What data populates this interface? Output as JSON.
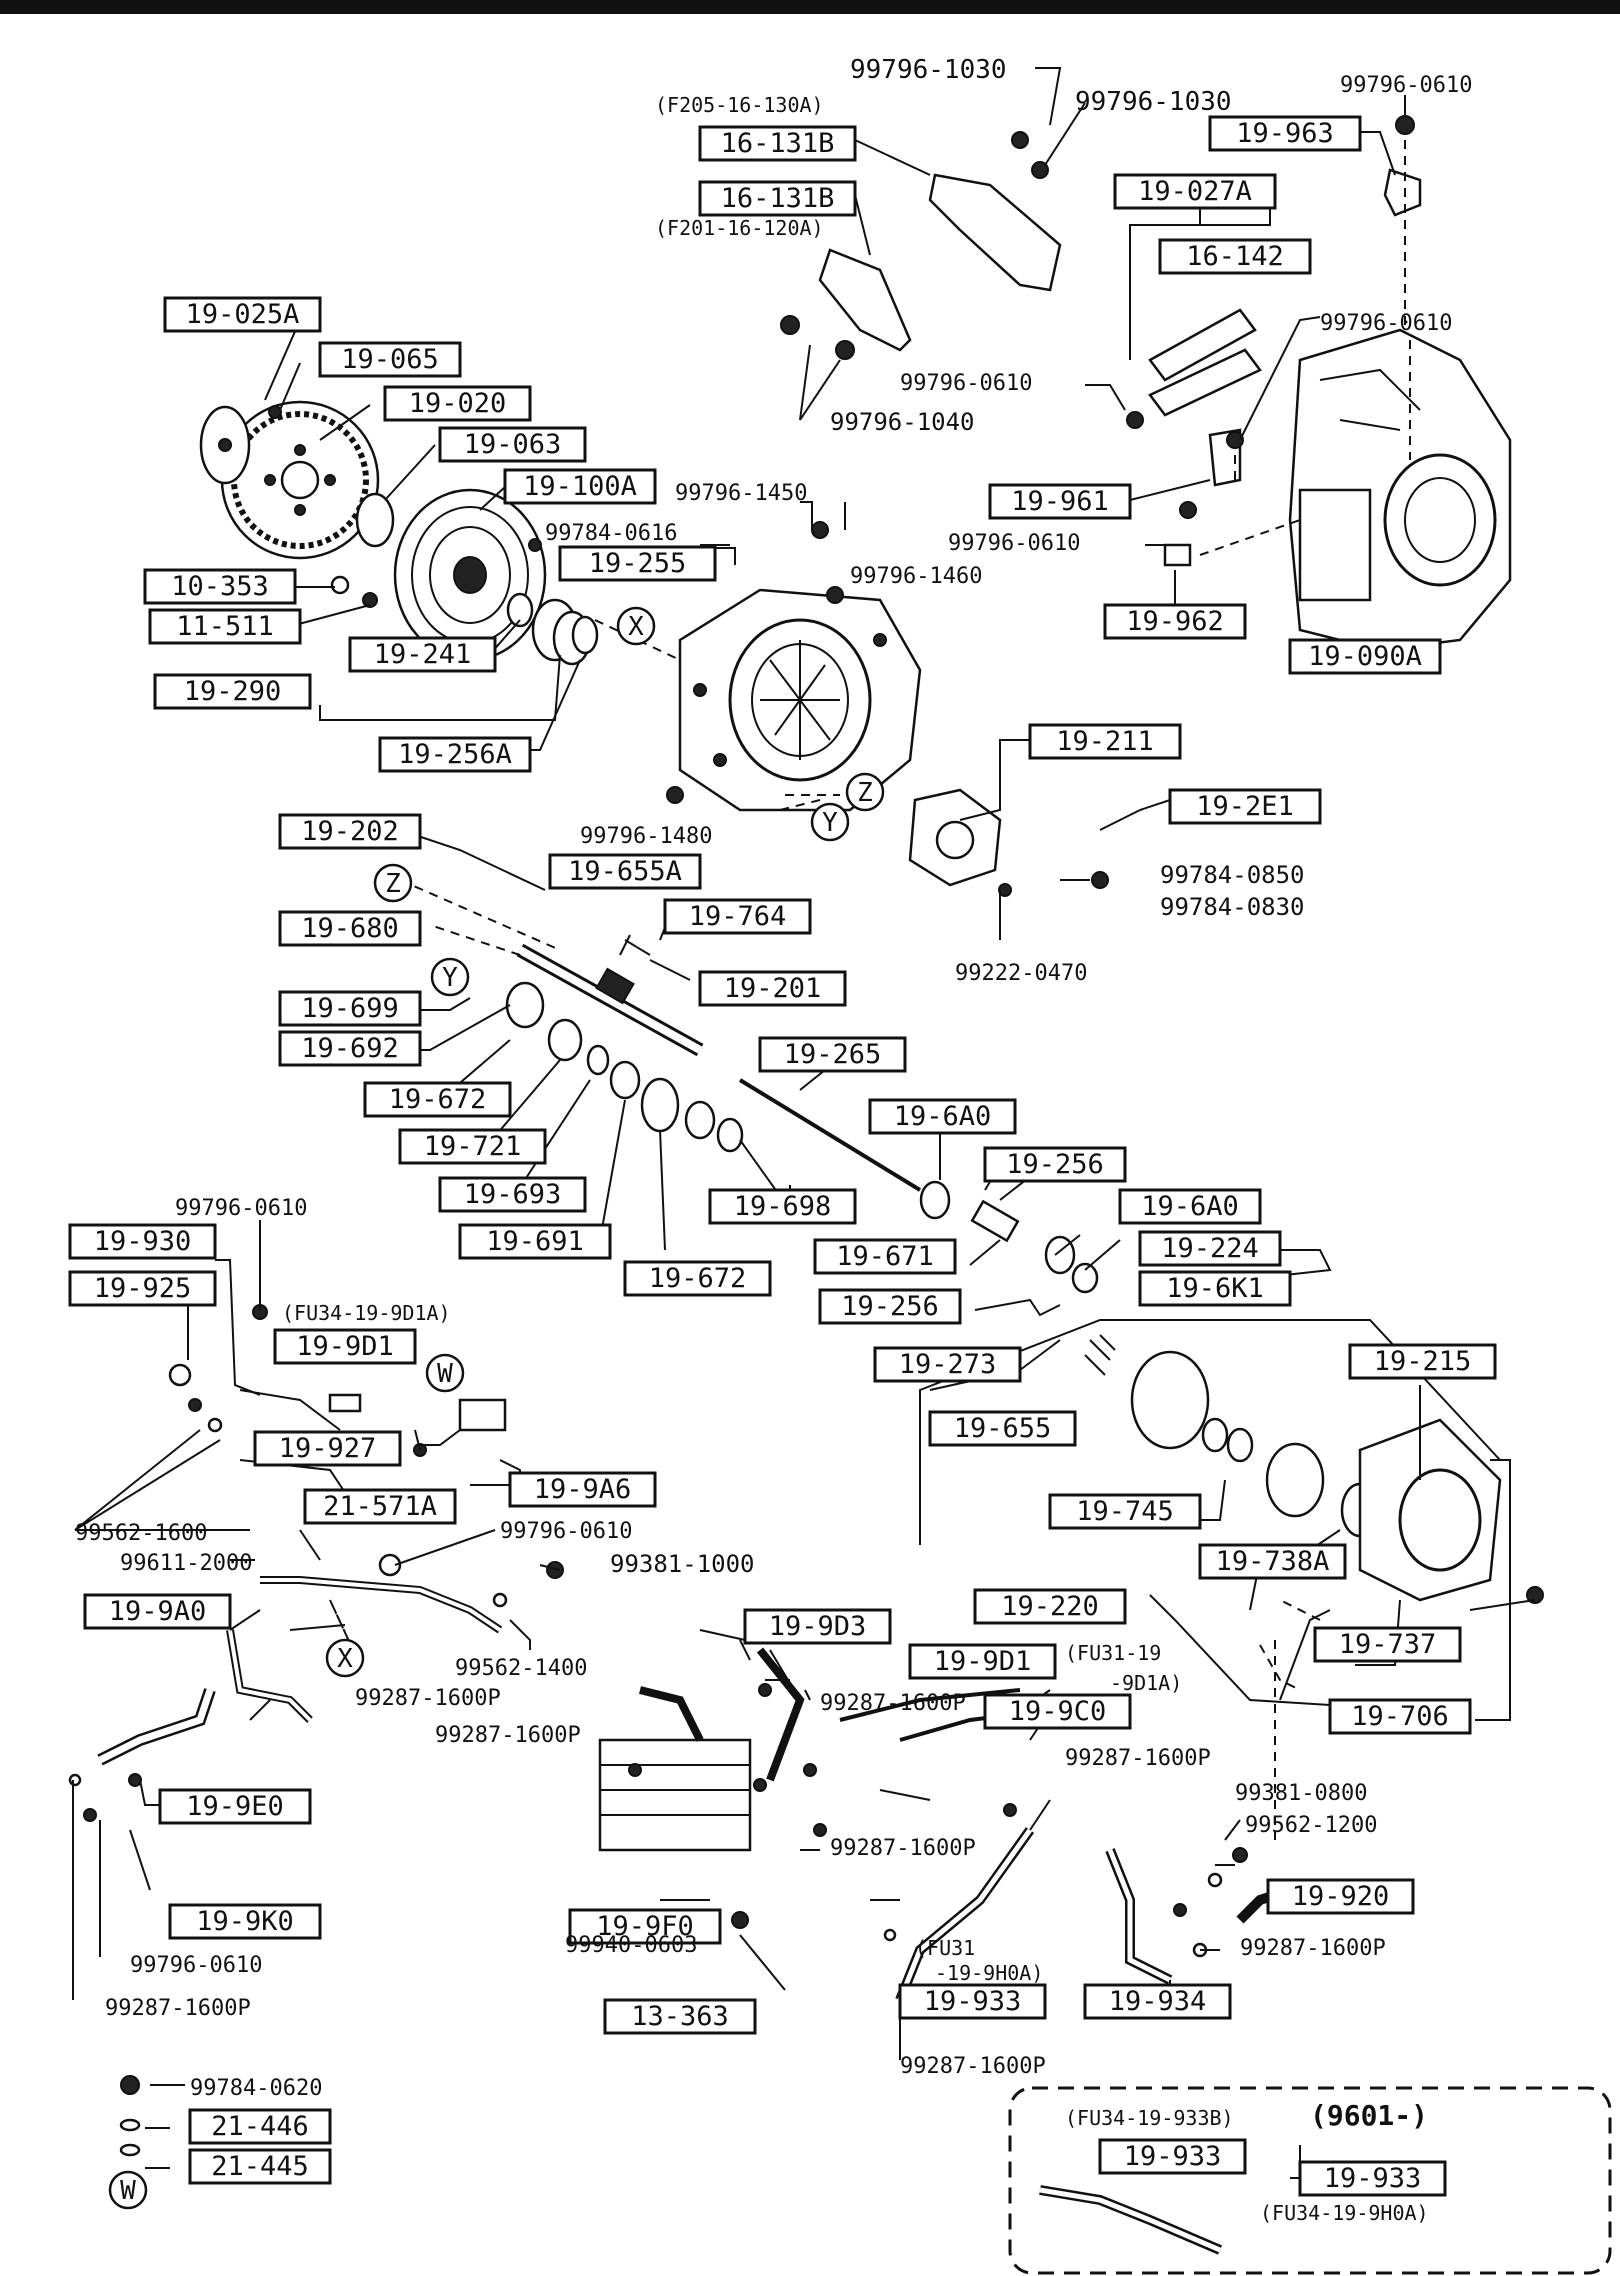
{
  "boxed_labels": [
    {
      "id": "b1",
      "text": "16-131B"
    },
    {
      "id": "b2",
      "text": "16-131B"
    },
    {
      "id": "b3",
      "text": "19-963"
    },
    {
      "id": "b4",
      "text": "19-027A"
    },
    {
      "id": "b5",
      "text": "16-142"
    },
    {
      "id": "b6",
      "text": "19-025A"
    },
    {
      "id": "b7",
      "text": "19-065"
    },
    {
      "id": "b8",
      "text": "19-020"
    },
    {
      "id": "b9",
      "text": "19-063"
    },
    {
      "id": "b10",
      "text": "19-100A"
    },
    {
      "id": "b11",
      "text": "19-255"
    },
    {
      "id": "b12",
      "text": "10-353"
    },
    {
      "id": "b13",
      "text": "11-511"
    },
    {
      "id": "b14",
      "text": "19-241"
    },
    {
      "id": "b15",
      "text": "19-290"
    },
    {
      "id": "b16",
      "text": "19-256A"
    },
    {
      "id": "b17",
      "text": "19-961"
    },
    {
      "id": "b18",
      "text": "19-962"
    },
    {
      "id": "b19",
      "text": "19-090A"
    },
    {
      "id": "b20",
      "text": "19-211"
    },
    {
      "id": "b21",
      "text": "19-2E1"
    },
    {
      "id": "b22",
      "text": "19-202"
    },
    {
      "id": "b23",
      "text": "19-655A"
    },
    {
      "id": "b24",
      "text": "19-680"
    },
    {
      "id": "b25",
      "text": "19-764"
    },
    {
      "id": "b26",
      "text": "19-201"
    },
    {
      "id": "b27",
      "text": "19-699"
    },
    {
      "id": "b28",
      "text": "19-692"
    },
    {
      "id": "b29",
      "text": "19-672"
    },
    {
      "id": "b30",
      "text": "19-721"
    },
    {
      "id": "b31",
      "text": "19-693"
    },
    {
      "id": "b32",
      "text": "19-691"
    },
    {
      "id": "b33",
      "text": "19-672"
    },
    {
      "id": "b34",
      "text": "19-265"
    },
    {
      "id": "b35",
      "text": "19-6A0"
    },
    {
      "id": "b36",
      "text": "19-698"
    },
    {
      "id": "b37",
      "text": "19-256"
    },
    {
      "id": "b38",
      "text": "19-6A0"
    },
    {
      "id": "b39",
      "text": "19-671"
    },
    {
      "id": "b40",
      "text": "19-224"
    },
    {
      "id": "b41",
      "text": "19-6K1"
    },
    {
      "id": "b42",
      "text": "19-256"
    },
    {
      "id": "b43",
      "text": "19-930"
    },
    {
      "id": "b44",
      "text": "19-925"
    },
    {
      "id": "b45",
      "text": "19-9D1"
    },
    {
      "id": "b46",
      "text": "19-927"
    },
    {
      "id": "b47",
      "text": "19-9A6"
    },
    {
      "id": "b48",
      "text": "21-571A"
    },
    {
      "id": "b49",
      "text": "19-273"
    },
    {
      "id": "b50",
      "text": "19-215"
    },
    {
      "id": "b51",
      "text": "19-655"
    },
    {
      "id": "b52",
      "text": "19-745"
    },
    {
      "id": "b53",
      "text": "19-738A"
    },
    {
      "id": "b54",
      "text": "19-220"
    },
    {
      "id": "b55",
      "text": "19-737"
    },
    {
      "id": "b56",
      "text": "19-706"
    },
    {
      "id": "b57",
      "text": "19-9A0"
    },
    {
      "id": "b58",
      "text": "19-9D3"
    },
    {
      "id": "b59",
      "text": "19-9D1"
    },
    {
      "id": "b60",
      "text": "19-9C0"
    },
    {
      "id": "b61",
      "text": "19-9E0"
    },
    {
      "id": "b62",
      "text": "19-9K0"
    },
    {
      "id": "b63",
      "text": "19-9F0"
    },
    {
      "id": "b64",
      "text": "19-920"
    },
    {
      "id": "b65",
      "text": "13-363"
    },
    {
      "id": "b66",
      "text": "19-933"
    },
    {
      "id": "b67",
      "text": "19-934"
    },
    {
      "id": "b68",
      "text": "21-446"
    },
    {
      "id": "b69",
      "text": "21-445"
    },
    {
      "id": "b70",
      "text": "19-933"
    },
    {
      "id": "b71",
      "text": "19-933"
    }
  ],
  "plain_labels": [
    {
      "id": "p1",
      "text": "99796-1030"
    },
    {
      "id": "p2",
      "text": "99796-1030"
    },
    {
      "id": "p3",
      "text": "99796-0610"
    },
    {
      "id": "p4",
      "text": "(F205-16-130A)"
    },
    {
      "id": "p5",
      "text": "(F201-16-120A)"
    },
    {
      "id": "p6",
      "text": "99796-0610"
    },
    {
      "id": "p7",
      "text": "99796-0610"
    },
    {
      "id": "p8",
      "text": "99796-1040"
    },
    {
      "id": "p9",
      "text": "99796-1450"
    },
    {
      "id": "p10",
      "text": "99784-0616"
    },
    {
      "id": "p11",
      "text": "99796-1460"
    },
    {
      "id": "p12",
      "text": "99796-0610"
    },
    {
      "id": "p13",
      "text": "99796-1480"
    },
    {
      "id": "p14",
      "text": "99784-0850"
    },
    {
      "id": "p15",
      "text": "99784-0830"
    },
    {
      "id": "p16",
      "text": "99222-0470"
    },
    {
      "id": "p17",
      "text": "99796-0610"
    },
    {
      "id": "p18",
      "text": "(FU34-19-9D1A)"
    },
    {
      "id": "p19",
      "text": "99562-1600"
    },
    {
      "id": "p20",
      "text": "99611-2000"
    },
    {
      "id": "p21",
      "text": "99796-0610"
    },
    {
      "id": "p22",
      "text": "99381-1000"
    },
    {
      "id": "p23",
      "text": "99562-1400"
    },
    {
      "id": "p24",
      "text": "99287-1600P"
    },
    {
      "id": "p25",
      "text": "(FU31-19"
    },
    {
      "id": "p26",
      "text": "-9D1A)"
    },
    {
      "id": "p27",
      "text": "99287-1600P"
    },
    {
      "id": "p28",
      "text": "99287-1600P"
    },
    {
      "id": "p29",
      "text": "99287-1600P"
    },
    {
      "id": "p30",
      "text": "99287-1600P"
    },
    {
      "id": "p31",
      "text": "99381-0800"
    },
    {
      "id": "p32",
      "text": "99562-1200"
    },
    {
      "id": "p33",
      "text": "99796-0610"
    },
    {
      "id": "p34",
      "text": "99287-1600P"
    },
    {
      "id": "p35",
      "text": "99940-0603"
    },
    {
      "id": "p36",
      "text": "(FU31"
    },
    {
      "id": "p37",
      "text": "-19-9H0A)"
    },
    {
      "id": "p38",
      "text": "99287-1600P"
    },
    {
      "id": "p39",
      "text": "99287-1600P"
    },
    {
      "id": "p40",
      "text": "99784-0620"
    },
    {
      "id": "p41",
      "text": "(FU34-19-933B)"
    },
    {
      "id": "p42",
      "text": "(9601-)"
    },
    {
      "id": "p43",
      "text": "(FU34-19-9H0A)"
    }
  ],
  "reference_markers": [
    {
      "id": "m1",
      "text": "X"
    },
    {
      "id": "m2",
      "text": "Z"
    },
    {
      "id": "m3",
      "text": "Y"
    },
    {
      "id": "m4",
      "text": "Z"
    },
    {
      "id": "m5",
      "text": "Y"
    },
    {
      "id": "m6",
      "text": "W"
    },
    {
      "id": "m7",
      "text": "X"
    },
    {
      "id": "m8",
      "text": "W"
    }
  ]
}
